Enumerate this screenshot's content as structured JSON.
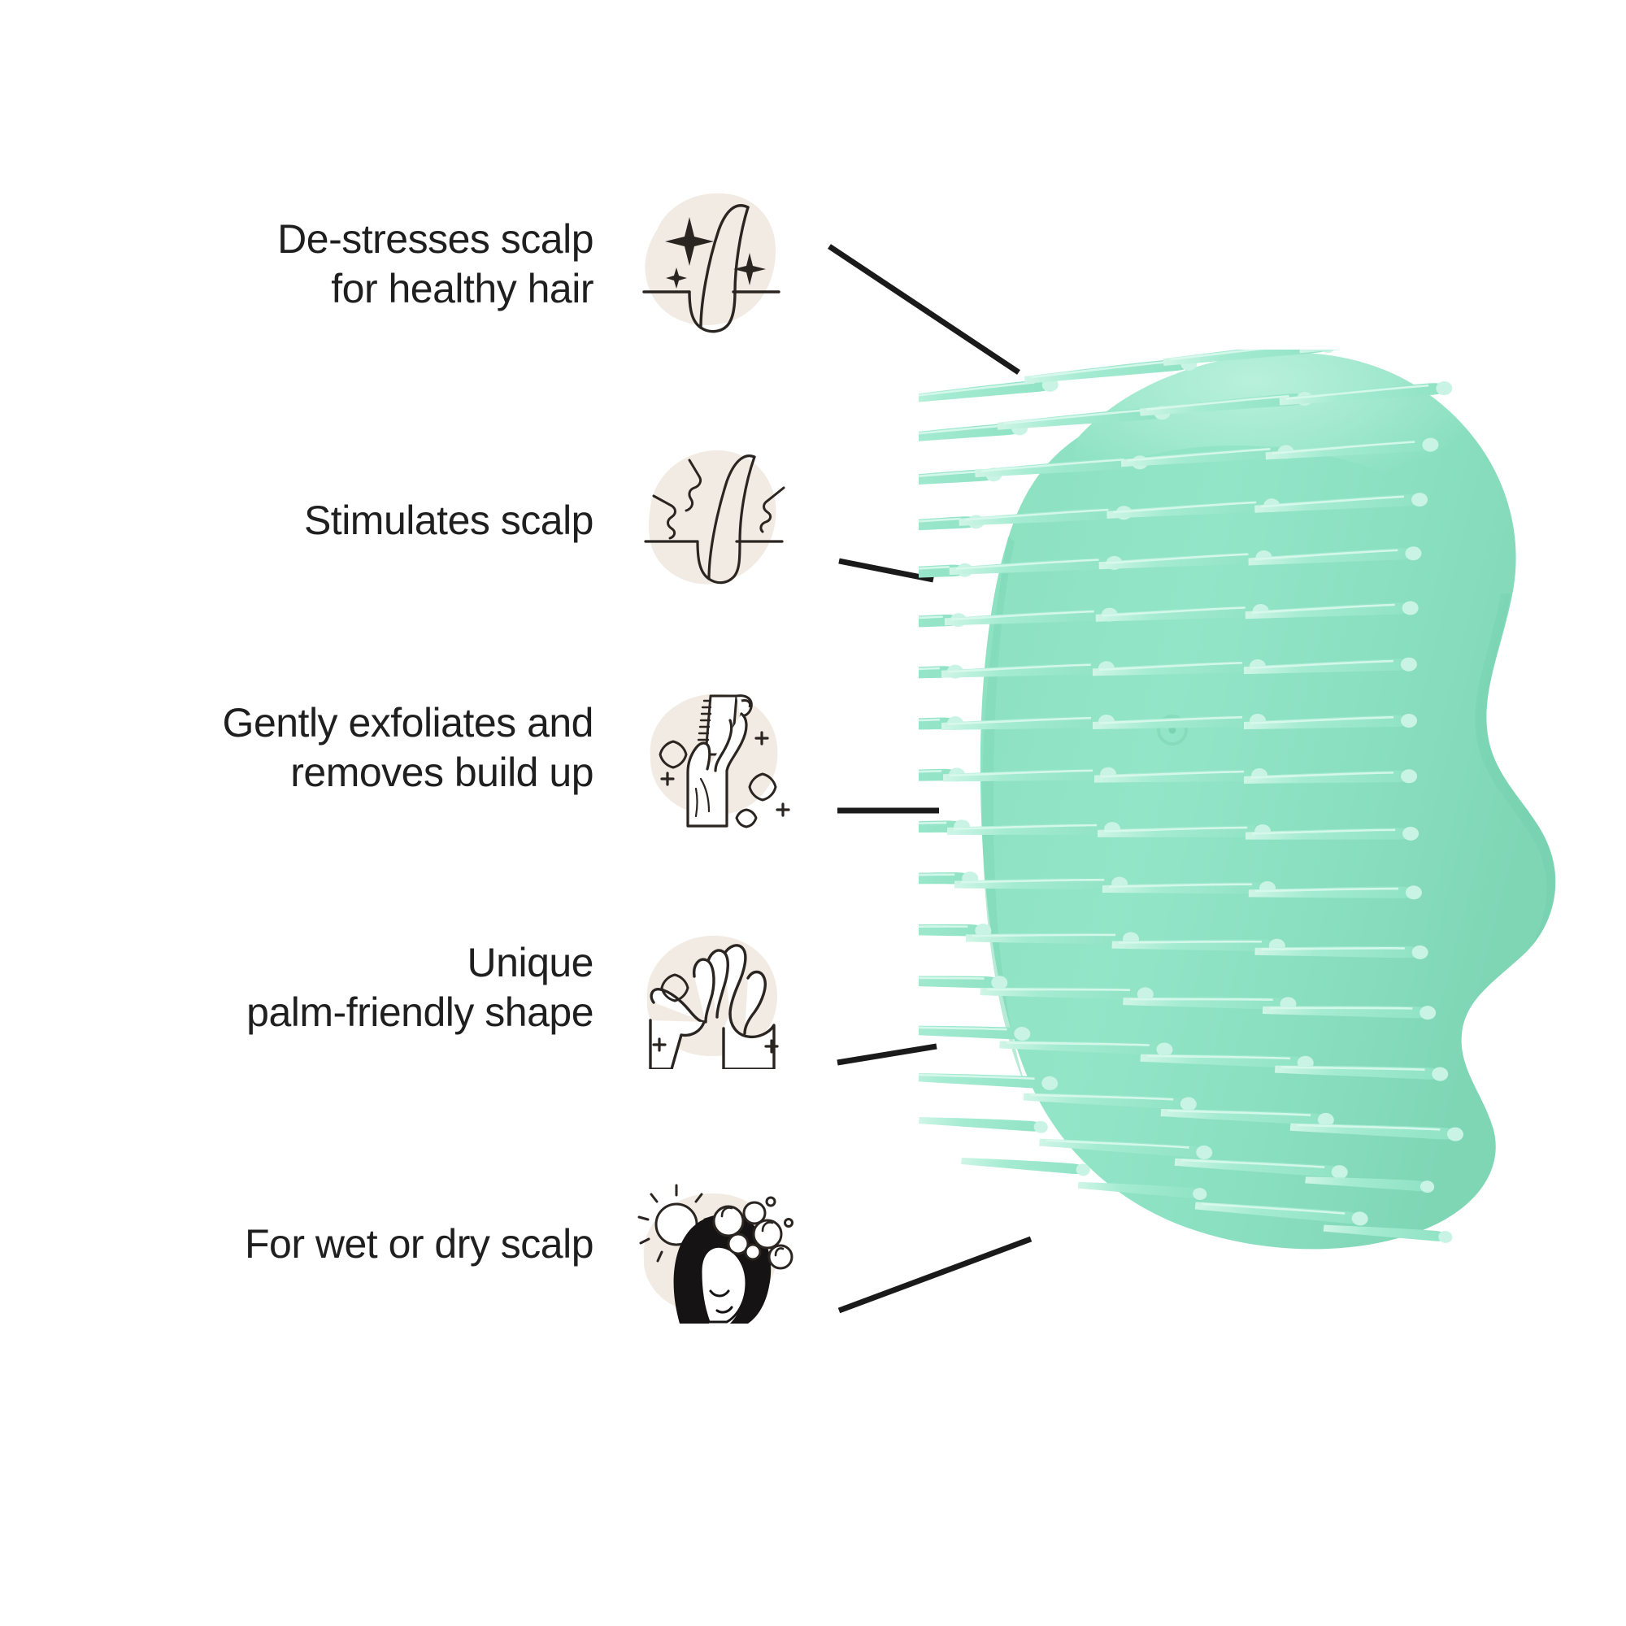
{
  "page": {
    "title": "Scalp Brush Feature Callouts",
    "background_color": "#FFFFFF",
    "text_color": "#1F1F1F",
    "blob_color": "#F2EBE3",
    "line_color": "#1A1A1A",
    "ink_color": "#232020"
  },
  "product": {
    "name": "scalp-exfoliating-brush",
    "body_color": "#8FE3C4",
    "body_color_light": "#A9EBD3",
    "body_color_shadow": "#7BD7B6",
    "bristle_color": "#A6ECD2",
    "bristle_highlight": "#D6F7EA"
  },
  "features": [
    {
      "id": "de-stresses-scalp",
      "label": "De-stresses scalp\nfor healthy hair",
      "icon": "hair-follicle-sparkle-icon"
    },
    {
      "id": "stimulates-scalp",
      "label": "Stimulates scalp",
      "icon": "hair-follicle-stimulation-icon"
    },
    {
      "id": "gently-exfoliates",
      "label": "Gently exfoliates and\nremoves build up",
      "icon": "hand-holding-brush-icon"
    },
    {
      "id": "palm-friendly-shape",
      "label": "Unique\npalm-friendly shape",
      "icon": "two-hands-icon"
    },
    {
      "id": "wet-or-dry-scalp",
      "label": "For wet or dry scalp",
      "icon": "woman-washing-hair-icon"
    }
  ]
}
